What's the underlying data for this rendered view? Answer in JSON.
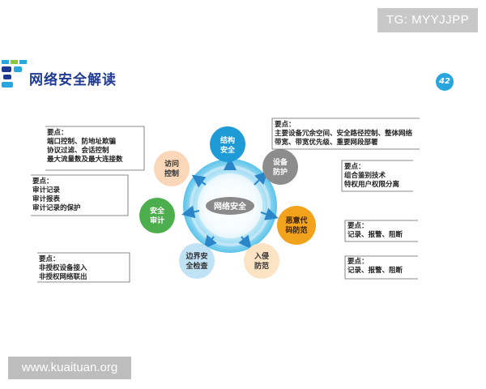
{
  "corner_tag": "TG: MYYJJPP",
  "watermark": "www.kuaituan.org",
  "page_title": "网络安全解读",
  "page_number": "42",
  "center": {
    "label": "网络安全"
  },
  "nodes": [
    {
      "id": "structure",
      "lines": [
        "结构",
        "安全"
      ],
      "color": "#1e9ad6"
    },
    {
      "id": "device",
      "lines": [
        "设备",
        "防护"
      ],
      "color": "#8c8c8c"
    },
    {
      "id": "malware",
      "lines": [
        "恶意代",
        "码防范"
      ],
      "color": "#f2a21b"
    },
    {
      "id": "intrusion",
      "lines": [
        "入侵",
        "防范"
      ],
      "color": "#fbe3c3"
    },
    {
      "id": "boundary",
      "lines": [
        "边界安",
        "全检查"
      ],
      "color": "#bfe2f5"
    },
    {
      "id": "audit",
      "lines": [
        "安全",
        "审计"
      ],
      "color": "#4cae4c"
    },
    {
      "id": "access",
      "lines": [
        "访问",
        "控制"
      ],
      "color": "#fad7b8"
    }
  ],
  "notes": [
    {
      "id": "access",
      "header": "要点：",
      "lines": [
        "端口控制、防地址欺骗",
        "协议过滤、会话控制",
        "最大流量数及最大连接数"
      ]
    },
    {
      "id": "structure",
      "header": "要点：",
      "lines": [
        "主要设备冗余空间、安全路径控制、整体网络",
        "带宽、带宽优先级、重要网段部署"
      ]
    },
    {
      "id": "audit",
      "header": "要点：",
      "lines": [
        "审计记录",
        "审计报表",
        "审计记录的保护"
      ]
    },
    {
      "id": "device",
      "header": "要点：",
      "lines": [
        "组合鉴别技术",
        "特权用户权限分离"
      ]
    },
    {
      "id": "malware",
      "header": "要点：",
      "lines": [
        "记录、报警、阻断"
      ]
    },
    {
      "id": "boundary",
      "header": "要点：",
      "lines": [
        "非授权设备接入",
        "非授权网络联出"
      ]
    },
    {
      "id": "intrusion",
      "header": "要点：",
      "lines": [
        "记录、报警、阻断"
      ]
    }
  ]
}
